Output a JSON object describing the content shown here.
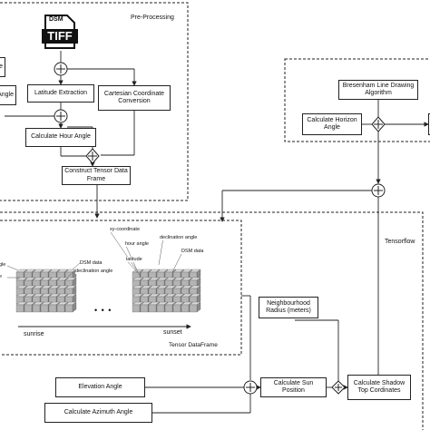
{
  "preprocessing": {
    "title": "Pre-Processing",
    "dsm_label": "DSM",
    "tiff_label": "TIFF",
    "latitude_extraction": "Latitude Extraction",
    "cartesian_conversion": "Cartesian Coordinate Conversion",
    "calc_hour_angle": "Calculate Hour Angle",
    "construct_tensor": "Construct Tensor Data Frame",
    "cut_left_1": "le",
    "cut_left_2": "Angle"
  },
  "horizon": {
    "bresenham": "Bresenham Line Drawing Algorithm",
    "calc_horizon": "Calculate Horizon Angle"
  },
  "tensor": {
    "section_title": "Tensorflow",
    "xy_coordinate": "xy-coordinate",
    "hour_angle": "hour angle",
    "latitude": "latitude",
    "declination_angle": "declination angle",
    "dsm_data": "DSM data",
    "ellipsis": "• • •",
    "sunrise": "sunrise",
    "sunset": "sunset",
    "frame_caption": "Tensor DataFrame",
    "cut_left_1": "gle",
    "cut_left_2": "e"
  },
  "flow": {
    "neighbourhood_radius": "Neighbourhood Radius (meters)",
    "elevation_angle": "Elevation Angle",
    "calc_azimuth": "Calculate Azimuth Angle",
    "calc_sun_position": "Calculate Sun Position",
    "calc_shadow_top": "Calculate Shadow Top Cordinates"
  }
}
